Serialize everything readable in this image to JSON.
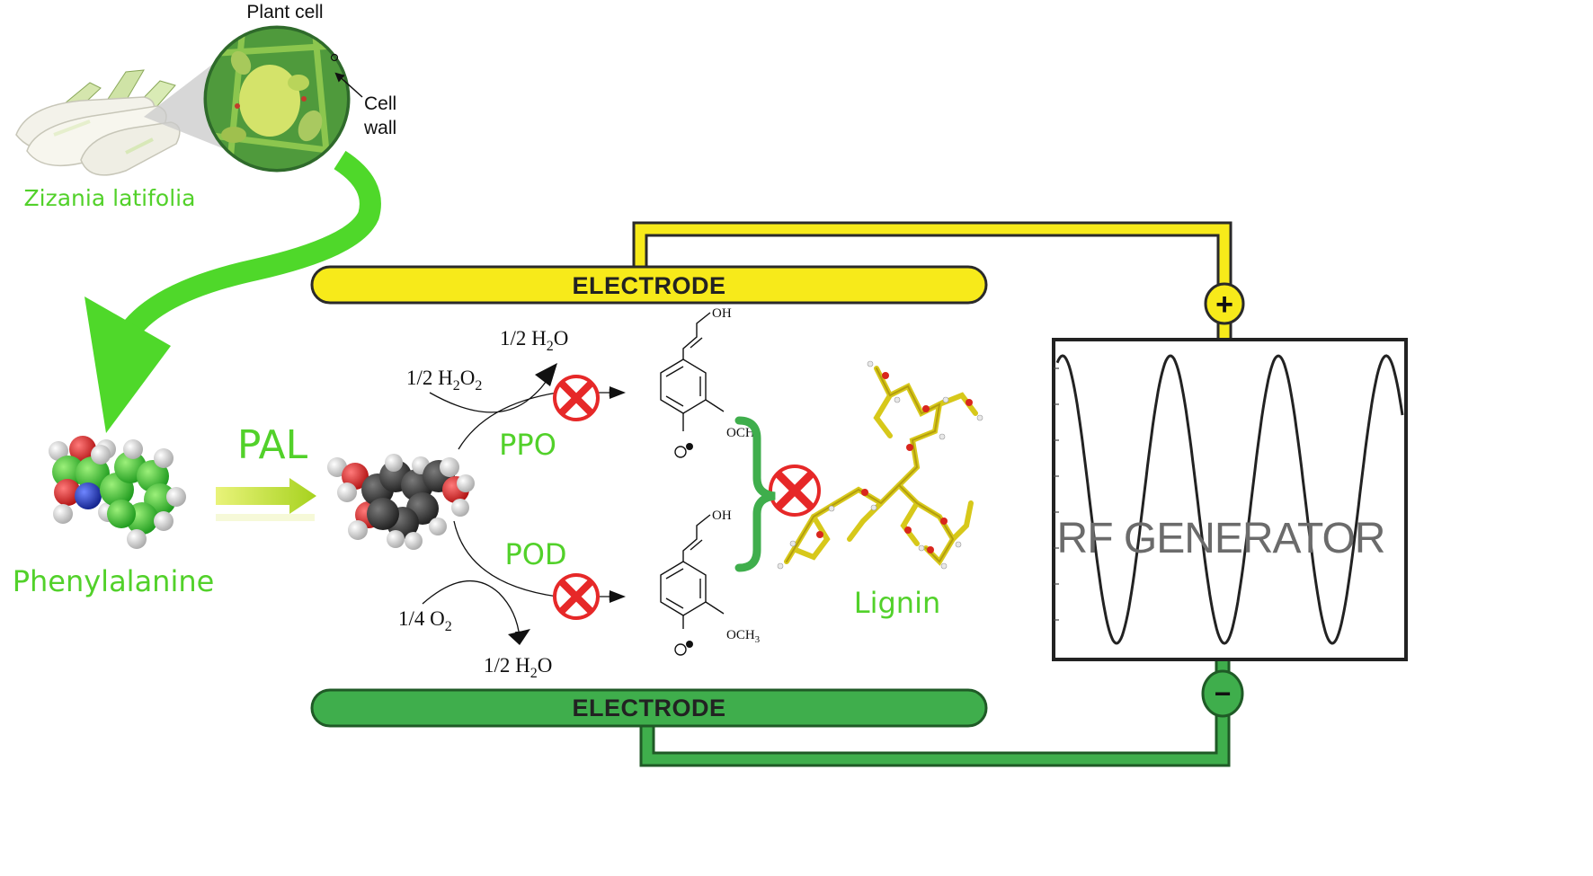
{
  "labels": {
    "plant_cell": "Plant cell",
    "cell_wall_line1": "Cell",
    "cell_wall_line2": "wall",
    "zizania": "Zizania latifolia",
    "phenylalanine": "Phenylalanine",
    "pal": "PAL",
    "ppo": "PPO",
    "pod": "POD",
    "lignin": "Lignin",
    "electrode_top": "ELECTRODE",
    "electrode_bottom": "ELECTRODE",
    "rf_generator": "RF GENERATOR",
    "plus": "+",
    "minus": "−",
    "oh": "OH",
    "och3": "OCH",
    "och3_sub": "3",
    "top_h2o2_prefix": "1/2 H",
    "top_h2o2_sub": "2",
    "top_h2o2_mid": "O",
    "top_h2o2_sub2": "2",
    "top_h2o_prefix": "1/2 H",
    "top_h2o_sub": "2",
    "top_h2o_suffix": "O",
    "bot_o2_prefix": "1/4 O",
    "bot_o2_sub": "2",
    "bot_h2o_prefix": "1/2 H",
    "bot_h2o_sub": "2",
    "bot_h2o_suffix": "O"
  },
  "colors": {
    "green_text": "#52d12a",
    "yellow_electrode": "#f7ea1a",
    "green_electrode": "#3fae4c",
    "inhibit_red": "#e62828",
    "wave": "#222222"
  },
  "icons": {
    "plant": "zizania-plant-icon",
    "cell": "plant-cell-icon",
    "molecule_phe": "phenylalanine-molecule-icon",
    "molecule_mid": "cinnamic-molecule-icon",
    "lignin": "lignin-molecule-icon",
    "inhibit": "inhibit-x-icon"
  }
}
